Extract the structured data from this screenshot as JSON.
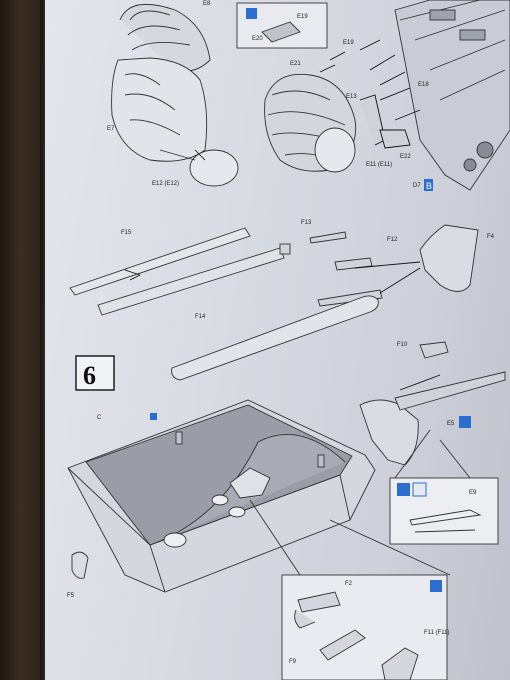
{
  "step_number": "6",
  "labels": {
    "e8": "E8",
    "e20": "E20",
    "e21": "E21",
    "e19": "E19",
    "e13": "E13",
    "e18": "E18",
    "e12": "E12 (E12)",
    "e7": "E7",
    "e22": "E22",
    "e11": "E11 (E11)",
    "d7": "D7",
    "b": "B",
    "f15": "F15",
    "f13": "F13",
    "f12": "F12",
    "f4": "F4",
    "f14": "F14",
    "f10": "F10",
    "e5": "E5",
    "c": "C",
    "f5": "F5",
    "f2": "F2",
    "f11": "F11 (F11)",
    "f9": "F9",
    "e9": "E9"
  }
}
